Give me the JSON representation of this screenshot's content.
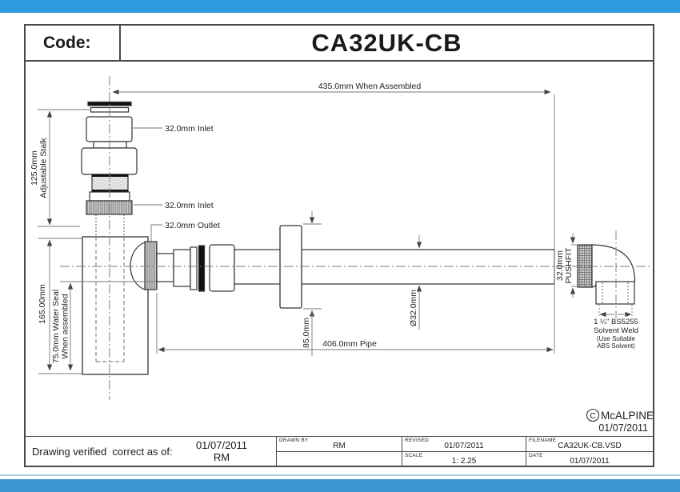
{
  "header": {
    "code_label": "Code:",
    "product_code": "CA32UK-CB"
  },
  "diagram": {
    "dim_total_length": "435.0mm When Assembled",
    "dim_stalk_line1": "125.0mm",
    "dim_stalk_line2": "Adjustable Stalk",
    "label_inlet_top": "32.0mm Inlet",
    "label_inlet_mid": "32.0mm Inlet",
    "label_outlet": "32.0mm Outlet",
    "dim_body_height": "165.00mm",
    "dim_seal_line1": "75.0mm Water Seal",
    "dim_seal_line2": "When assembled",
    "dim_flange_height": "85.0mm",
    "dim_pipe_diameter": "Ø32.0mm",
    "dim_pipe_length": "406.0mm Pipe",
    "dim_pushfit_line1": "32.0mm",
    "dim_pushfit_line2": "PUSHFIT",
    "elbow_note_line1": "1 ¼\" BS5255",
    "elbow_note_line2": "Solvent Weld",
    "elbow_note_line3": "(Use Suitable",
    "elbow_note_line4": "ABS Solvent)",
    "copyright_symbol": "C",
    "brand": "McALPINE",
    "copyright_date": "01/07/2011"
  },
  "title_block": {
    "verified_label": "Drawing verified  correct as of:",
    "verified_date": "01/07/2011",
    "verified_by": "RM",
    "drawn_by_label": "DRAWN BY",
    "drawn_by": "RM",
    "revised_label": "REVISED",
    "revised": "01/07/2011",
    "scale_label": "SCALE",
    "scale": "1: 2.25",
    "filename_label": "FILENAME",
    "filename": "CA32UK-CB.VSD",
    "date_label": "DATE",
    "date": "01/07/2011"
  },
  "colors": {
    "strip_top": "#2E9BE0",
    "strip_bottom": "#3E96D2",
    "accent_line": "#A9CDE8",
    "linework": "#333333",
    "dimension": "#777777"
  }
}
